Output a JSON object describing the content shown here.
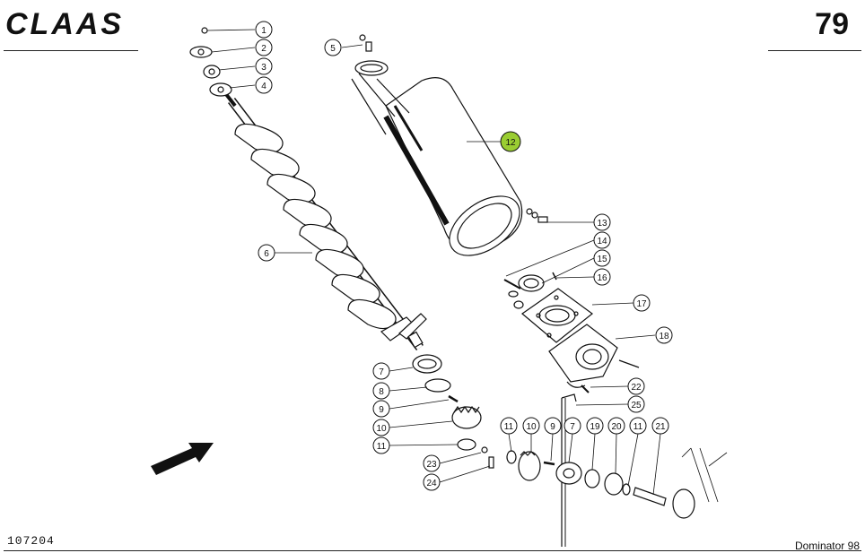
{
  "header": {
    "brand": "CLAAS",
    "page_number": "79"
  },
  "footer": {
    "reference_code": "107204",
    "model": "Dominator 98"
  },
  "callouts": [
    {
      "id": "c1",
      "label": "1"
    },
    {
      "id": "c2",
      "label": "2"
    },
    {
      "id": "c3",
      "label": "3"
    },
    {
      "id": "c4",
      "label": "4"
    },
    {
      "id": "c5",
      "label": "5"
    },
    {
      "id": "c6",
      "label": "6"
    },
    {
      "id": "c7a",
      "label": "7"
    },
    {
      "id": "c8",
      "label": "8"
    },
    {
      "id": "c9a",
      "label": "9"
    },
    {
      "id": "c10a",
      "label": "10"
    },
    {
      "id": "c11a",
      "label": "11"
    },
    {
      "id": "c12",
      "label": "12",
      "highlighted": true
    },
    {
      "id": "c13",
      "label": "13"
    },
    {
      "id": "c14",
      "label": "14"
    },
    {
      "id": "c15",
      "label": "15"
    },
    {
      "id": "c16",
      "label": "16"
    },
    {
      "id": "c17",
      "label": "17"
    },
    {
      "id": "c18",
      "label": "18"
    },
    {
      "id": "c22",
      "label": "22"
    },
    {
      "id": "c25",
      "label": "25"
    },
    {
      "id": "c23",
      "label": "23"
    },
    {
      "id": "c24",
      "label": "24"
    },
    {
      "id": "c11b",
      "label": "11"
    },
    {
      "id": "c10b",
      "label": "10"
    },
    {
      "id": "c9b",
      "label": "9"
    },
    {
      "id": "c7b",
      "label": "7"
    },
    {
      "id": "c19",
      "label": "19"
    },
    {
      "id": "c20",
      "label": "20"
    },
    {
      "id": "c11c",
      "label": "11"
    },
    {
      "id": "c21",
      "label": "21"
    }
  ],
  "colors": {
    "highlight": "#9acd32",
    "ink": "#111111",
    "paper": "#ffffff"
  }
}
